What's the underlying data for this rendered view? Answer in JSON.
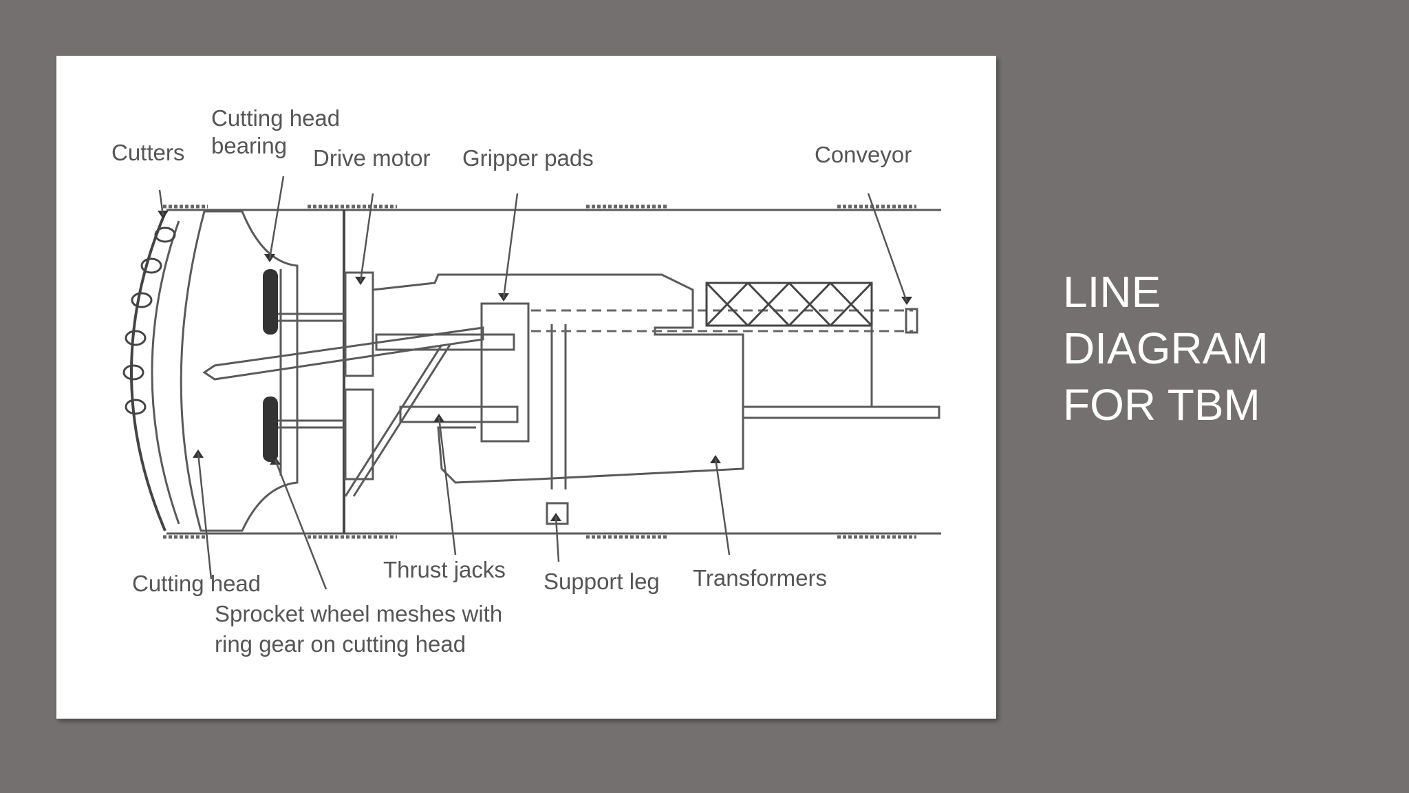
{
  "slide": {
    "title_lines": [
      "LINE",
      "DIAGRAM",
      "FOR TBM"
    ]
  },
  "diagram": {
    "labels": {
      "cutters": "Cutters",
      "cutting_head_bearing_1": "Cutting head",
      "cutting_head_bearing_2": "bearing",
      "drive_motor": "Drive motor",
      "gripper_pads": "Gripper pads",
      "conveyor": "Conveyor",
      "cutting_head": "Cutting head",
      "sprocket_1": "Sprocket wheel meshes with",
      "sprocket_2": "ring gear on cutting head",
      "thrust_jacks": "Thrust jacks",
      "support_leg": "Support leg",
      "transformers": "Transformers"
    }
  },
  "colors": {
    "background": "#747070",
    "card": "#ffffff",
    "title": "#ffffff",
    "lines": "#555555"
  }
}
